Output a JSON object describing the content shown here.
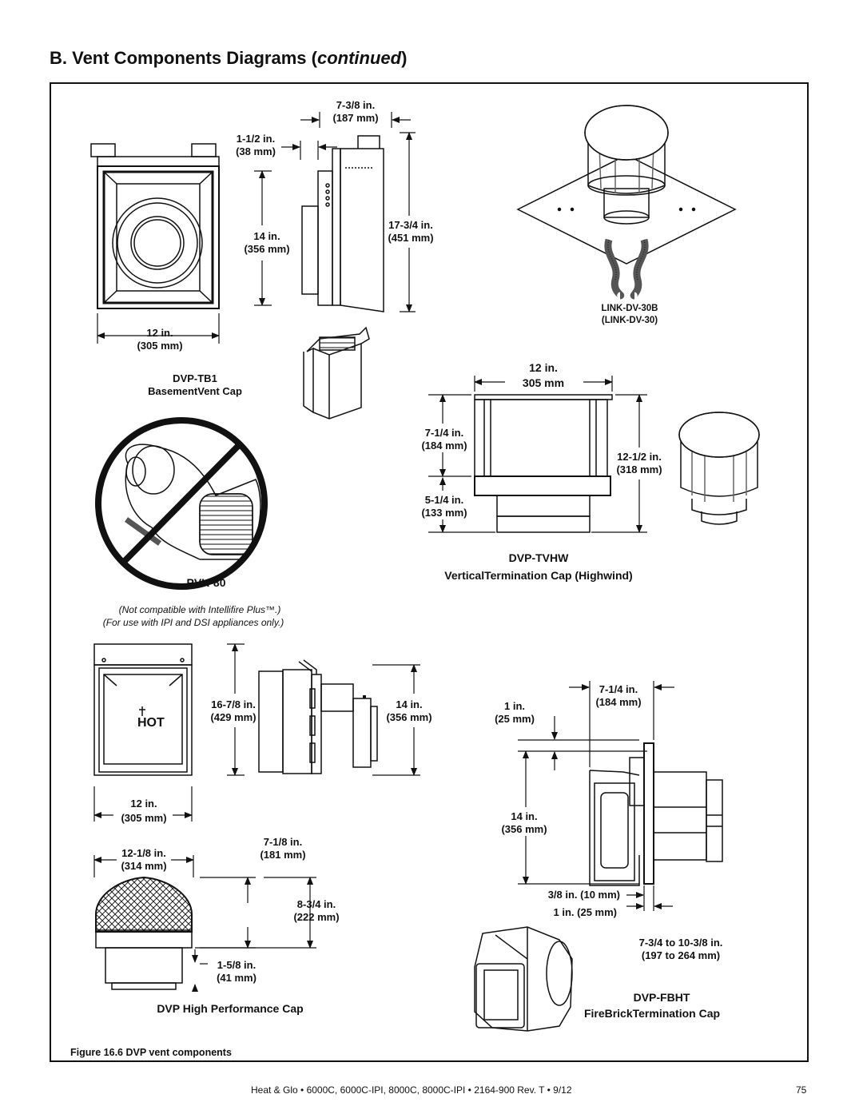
{
  "page": {
    "title_main": "B.  Vent Components Diagrams (",
    "title_italic": "continued",
    "title_end": ")",
    "figure_caption": "Figure 16.6  DVP vent components",
    "footer_text": "Heat & Glo  •  6000C, 6000C-IPI, 8000C, 8000C-IPI  •  2164-900 Rev. T  •  9/12",
    "page_number": "75"
  },
  "basement_vent": {
    "dim_top_in": "7-3/8 in.",
    "dim_top_mm": "(187 mm)",
    "dim_side_in": "1-1/2 in.",
    "dim_side_mm": "(38 mm)",
    "dim_height_in": "14 in.",
    "dim_height_mm": "(356 mm)",
    "dim_total_in": "17-3/4 in.",
    "dim_total_mm": "(451 mm)",
    "dim_width_in": "12 in.",
    "dim_width_mm": "(305 mm)",
    "model": "DVP-TB1",
    "name": "BasementVent Cap"
  },
  "link": {
    "model": "LINK-DV-30B",
    "alt_model": "(LINK-DV-30)"
  },
  "pvk": {
    "model": "PVK-80",
    "note1": "(Not compatible with Intellifire Plus™.)",
    "note2": "(For use with IPI and DSI appliances only.)"
  },
  "tvhw": {
    "dim_width_in": "12 in.",
    "dim_width_mm": "305 mm",
    "dim_upper_in": "7-1/4 in.",
    "dim_upper_mm": "(184 mm)",
    "dim_lower_in": "5-1/4 in.",
    "dim_lower_mm": "(133 mm)",
    "dim_total_in": "12-1/2 in.",
    "dim_total_mm": "(318 mm)",
    "model": "DVP-TVHW",
    "name": "VerticalTermination Cap (Highwind)"
  },
  "hpc": {
    "hot_label": "HOT",
    "dim_height_in": "16-7/8 in.",
    "dim_height_mm": "(429 mm)",
    "dim_depth_in": "14 in.",
    "dim_depth_mm": "(356 mm)",
    "dim_width_in": "12 in.",
    "dim_width_mm": "(305 mm)",
    "dim_guard_in": "12-1/8 in.",
    "dim_guard_mm": "(314 mm)",
    "dim_proj_in": "7-1/8 in.",
    "dim_proj_mm": "(181 mm)",
    "dim_guardh_in": "8-3/4 in.",
    "dim_guardh_mm": "(222 mm)",
    "dim_collar_in": "1-5/8 in.",
    "dim_collar_mm": "(41 mm)",
    "name": "DVP High Performance Cap"
  },
  "fbht": {
    "dim_top_in": "7-1/4 in.",
    "dim_top_mm": "(184 mm)",
    "dim_offset_in": "1 in.",
    "dim_offset_mm": "(25 mm)",
    "dim_height_in": "14 in.",
    "dim_height_mm": "(356 mm)",
    "dim_flange": "3/8 in. (10 mm)",
    "dim_gap": "1 in. (25 mm)",
    "dim_range_in": "7-3/4 to 10-3/8 in.",
    "dim_range_mm": "(197 to 264 mm)",
    "model": "DVP-FBHT",
    "name": "FireBrickTermination Cap"
  }
}
